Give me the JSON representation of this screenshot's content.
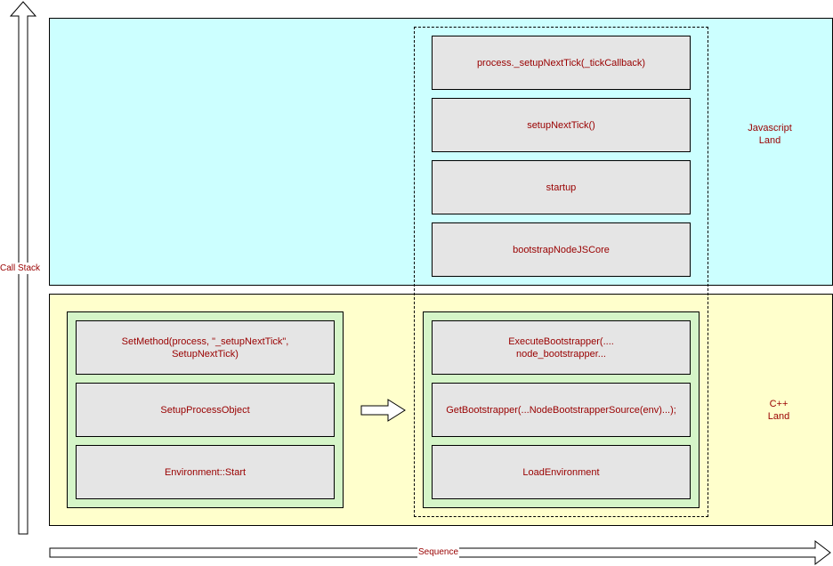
{
  "regions": {
    "javascript": {
      "label_line1": "Javascript",
      "label_line2": "Land",
      "color": "#ccffff"
    },
    "cpp": {
      "label_line1": "C++",
      "label_line2": "Land",
      "color": "#ffffcc"
    }
  },
  "js_stack": [
    "process._setupNextTick(_tickCallback)",
    "setupNextTick()",
    "startup",
    "bootstrapNodeJSCore"
  ],
  "cpp_right_stack": [
    {
      "line1": "ExecuteBootstrapper(....",
      "line2": "node_bootstrapper..."
    },
    {
      "line1": "GetBootstrapper(...NodeBootstrapperSource(env)...);",
      "line2": ""
    },
    {
      "line1": "LoadEnvironment",
      "line2": ""
    }
  ],
  "cpp_left_stack": [
    {
      "line1": "SetMethod(process, \"_setupNextTick\",",
      "line2": "SetupNextTick)"
    },
    {
      "line1": "SetupProcessObject",
      "line2": ""
    },
    {
      "line1": "Environment::Start",
      "line2": ""
    }
  ],
  "axes": {
    "y_label": "Call Stack",
    "x_label": "Sequence"
  },
  "colors": {
    "text": "#990000",
    "box_fill": "#e5e5e5",
    "group_fill": "#d5f5c8"
  }
}
